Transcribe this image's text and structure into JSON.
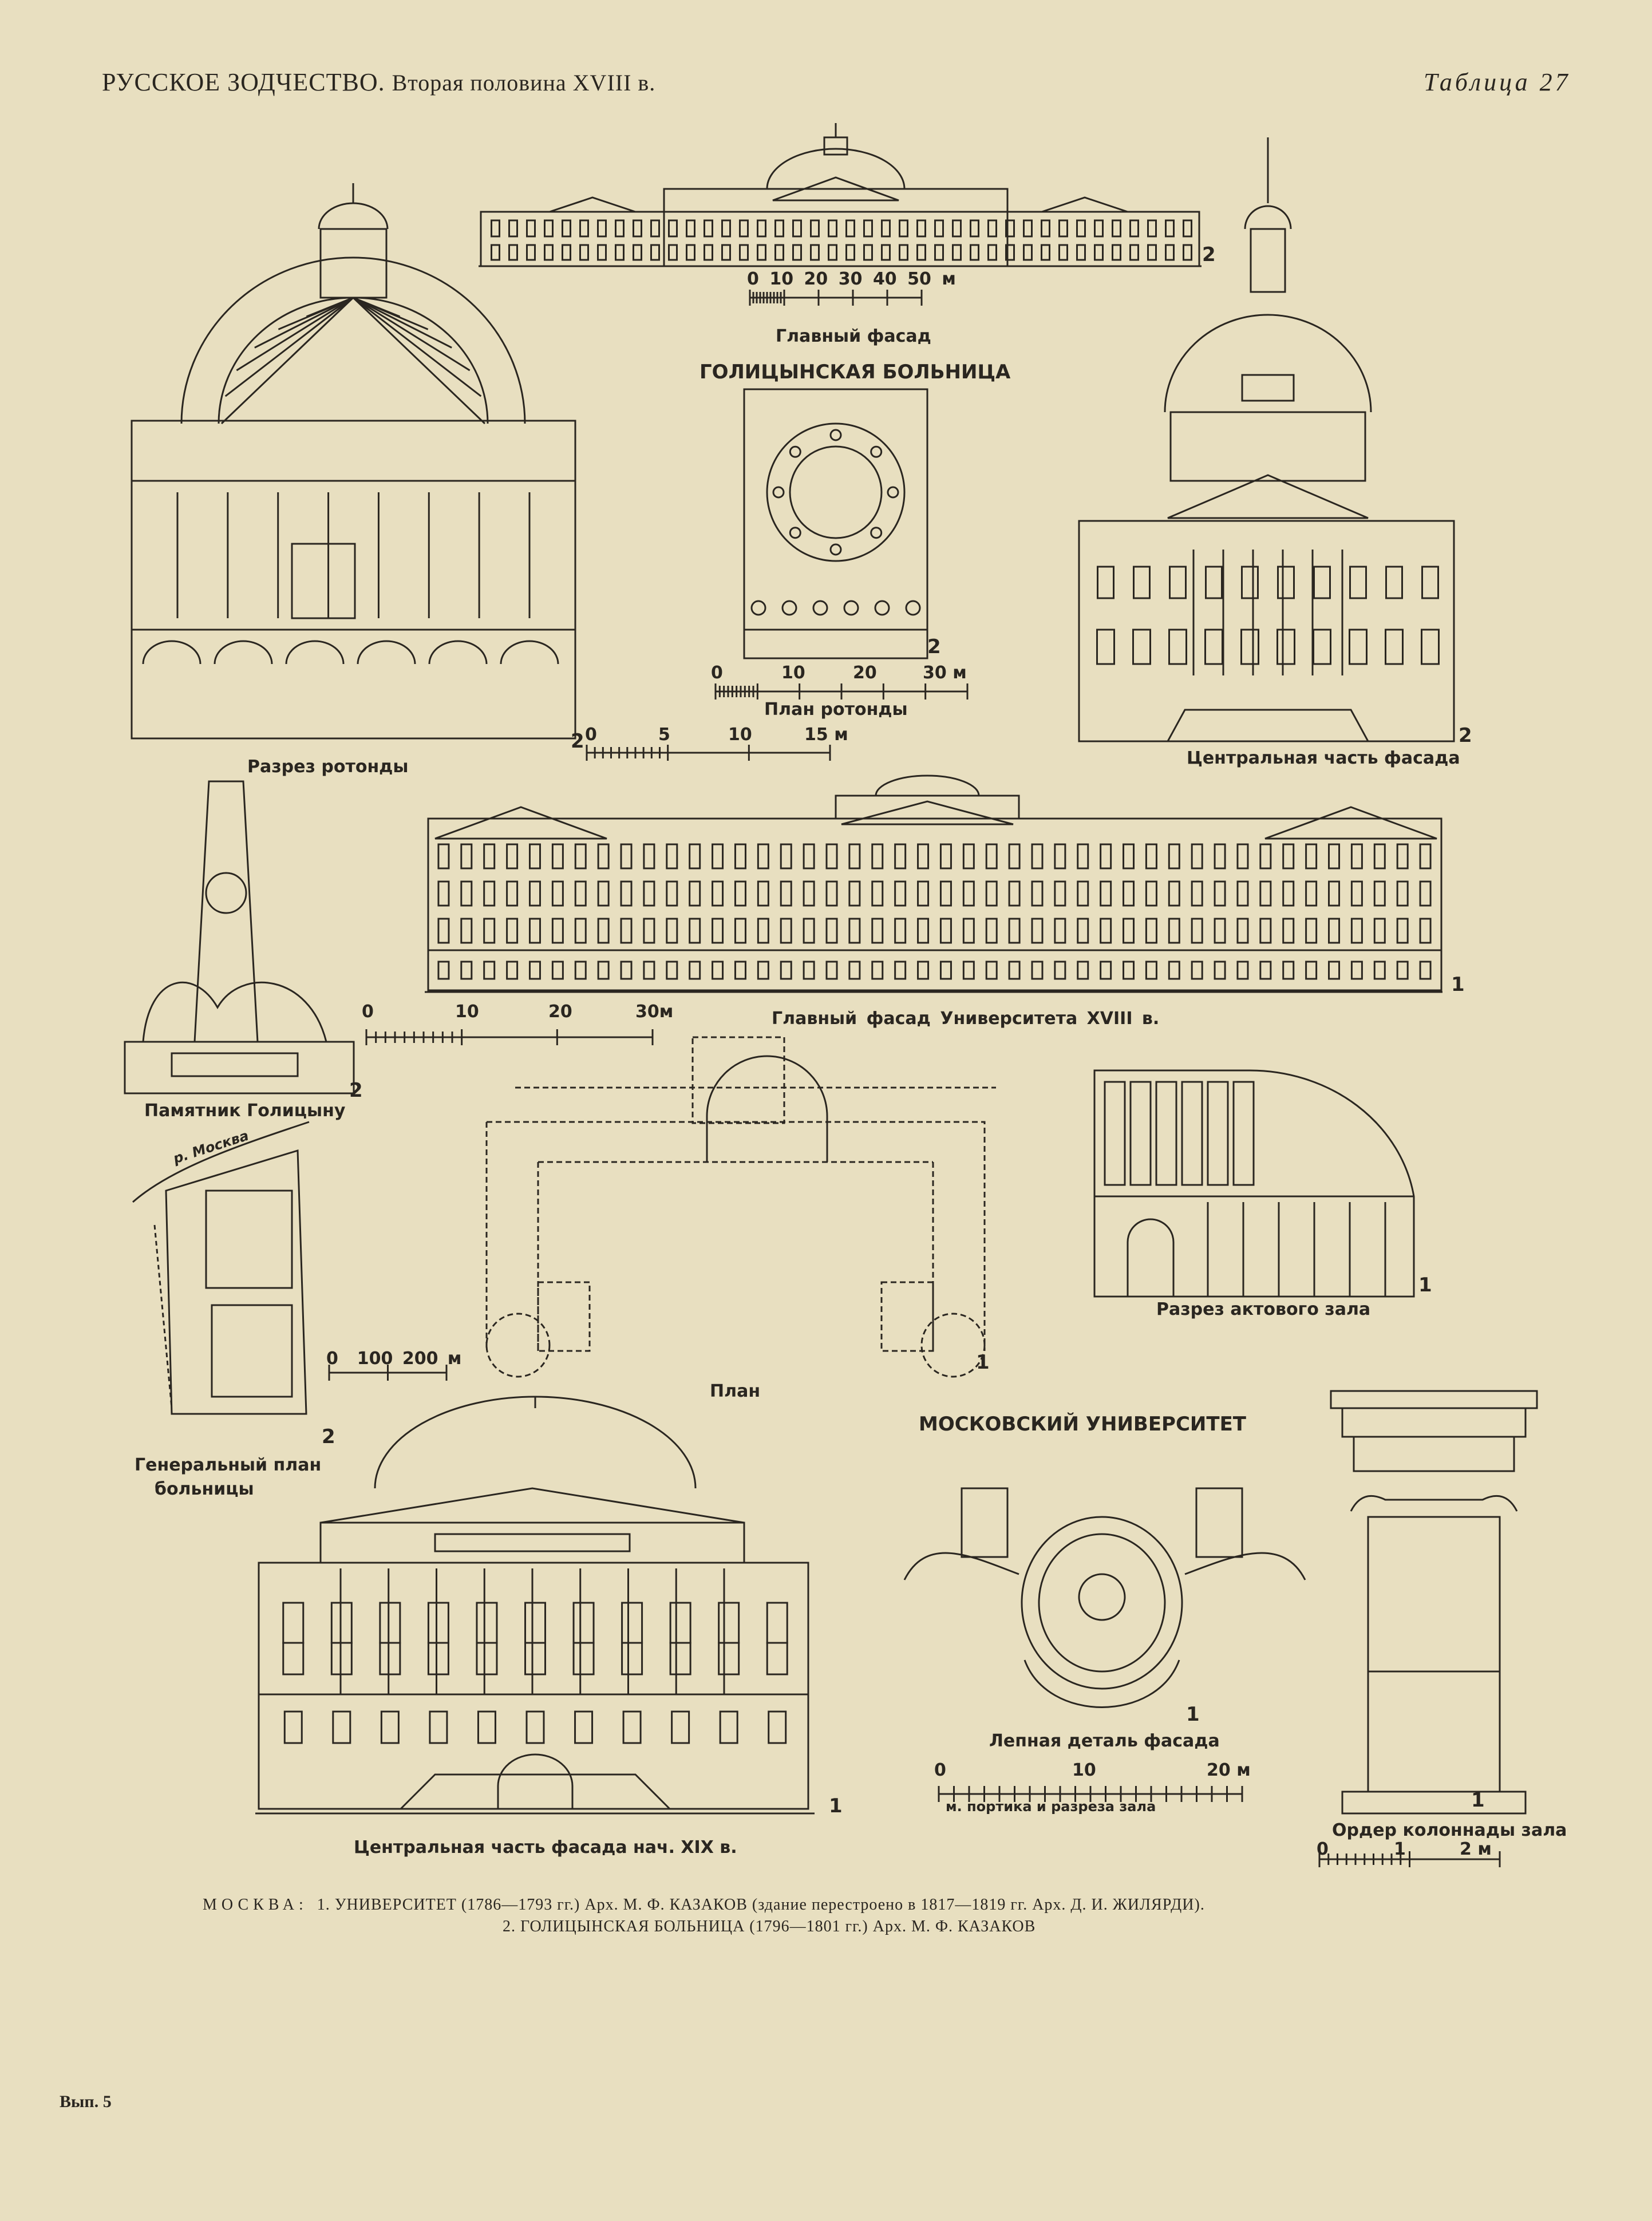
{
  "header": {
    "title": "РУССКОЕ ЗОДЧЕСТВО.",
    "subtitle": "Вторая половина XVIII в.",
    "table_label": "Таблица 27"
  },
  "golitsyn": {
    "section_title": "ГОЛИЦЫНСКАЯ БОЛЬНИЦА",
    "main_facade": {
      "caption": "Главный фасад",
      "marker": "2",
      "scale": [
        "0",
        "10",
        "20",
        "30",
        "40",
        "50 м"
      ]
    },
    "rotunda_plan": {
      "caption": "План ротонды",
      "marker": "2",
      "scale": [
        "0",
        "10",
        "20",
        "30 м"
      ]
    },
    "rotunda_section": {
      "caption": "Разрез ротонды",
      "scale_marker": "2",
      "scale": [
        "0",
        "5",
        "10",
        "15 м"
      ]
    },
    "central_facade": {
      "caption": "Центральная часть фасада",
      "marker": "2"
    },
    "monument": {
      "caption": "Памятник Голицыну",
      "marker": "2"
    },
    "general_plan": {
      "caption_line1": "Генеральный план",
      "caption_line2": "больницы",
      "marker": "2",
      "river_label": "р. Москва",
      "scale": [
        "0",
        "100",
        "200 м"
      ]
    }
  },
  "university": {
    "section_title": "МОСКОВСКИЙ УНИВЕРСИТЕТ",
    "main_facade": {
      "caption": "Главный фасад Университета XVIII в.",
      "marker": "1",
      "scale": [
        "0",
        "10",
        "20",
        "30м"
      ]
    },
    "plan": {
      "caption": "План",
      "marker": "1"
    },
    "hall_section": {
      "caption": "Разрез актового зала",
      "marker": "1"
    },
    "central_facade_19c": {
      "caption": "Центральная часть фасада нач. XIX в.",
      "marker": "1"
    },
    "stucco_detail": {
      "caption": "Лепная деталь фасада",
      "marker": "1",
      "scale": [
        "0",
        "10",
        "20 м"
      ],
      "scale_note": "м. портика и разреза зала"
    },
    "column_order": {
      "caption": "Ордер колоннады зала",
      "marker": "1",
      "scale": [
        "0",
        "1",
        "2 м"
      ]
    }
  },
  "footer": {
    "city": "МОСКВА:",
    "line1": "1. УНИВЕРСИТЕТ (1786—1793 гг.) Арх. М. Ф. КАЗАКОВ (здание перестроено в 1817—1819 гг. Арх. Д. И. ЖИЛЯРДИ).",
    "line2": "2. ГОЛИЦЫНСКАЯ БОЛЬНИЦА (1796—1801 гг.) Арх. М. Ф. КАЗАКОВ",
    "issue": "Вып. 5"
  }
}
